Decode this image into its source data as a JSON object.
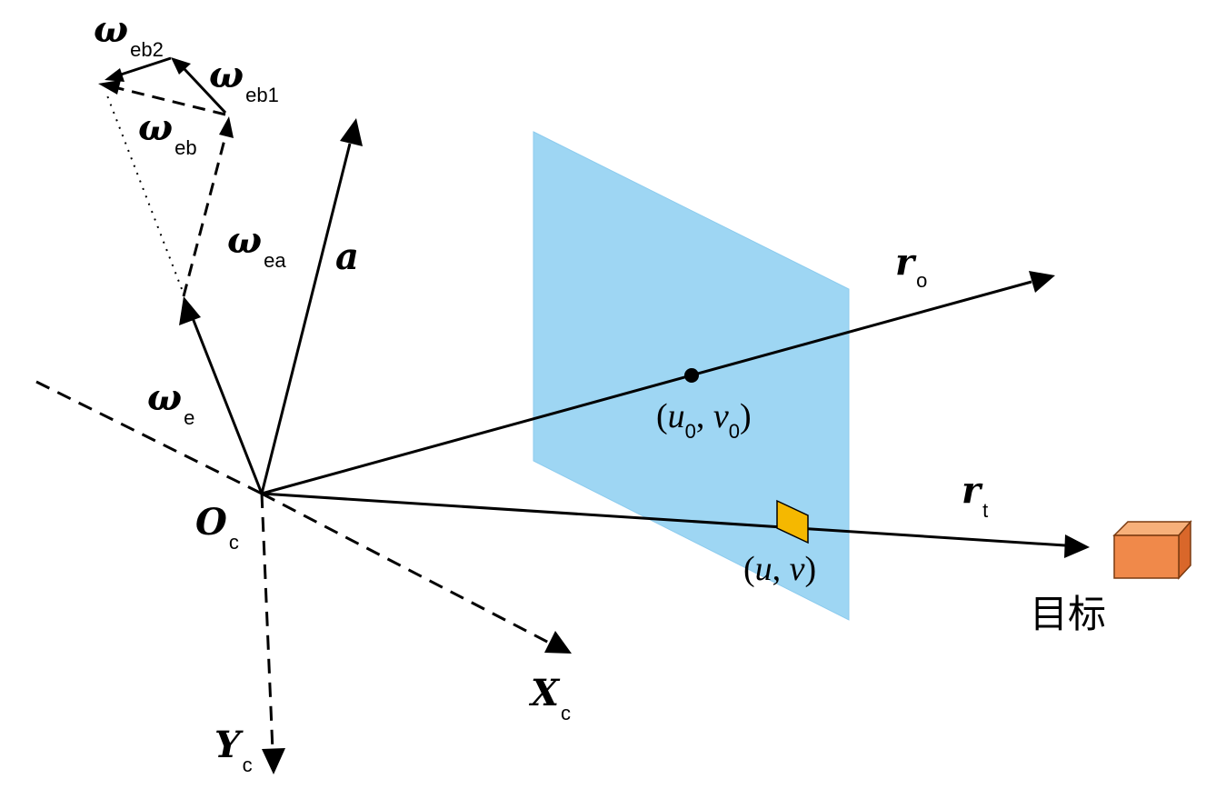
{
  "labels": {
    "omega_symbol": "ω",
    "omega_e_sub": "e",
    "omega_ea_sub": "ea",
    "omega_eb_sub": "eb",
    "omega_eb1_sub": "eb1",
    "omega_eb2_sub": "eb2",
    "a": "a",
    "r_symbol": "r",
    "r_o_sub": "o",
    "r_t_sub": "t",
    "O": "O",
    "O_sub": "c",
    "X": "X",
    "X_sub": "c",
    "Y": "Y",
    "Y_sub": "c",
    "principal_point": {
      "open": "(",
      "u": "u",
      "u_sub": "0",
      "comma": ", ",
      "v": "v",
      "v_sub": "0",
      "close": ")"
    },
    "image_point": {
      "open": "(",
      "u": "u",
      "comma": ", ",
      "v": "v",
      "close": ")"
    },
    "target": "目标"
  },
  "colors": {
    "image_plane": "#9ed6f3",
    "image_plane_edge": "#8ccbee",
    "pixel_marker": "#f5b800",
    "target_front": "#f0894a",
    "target_top": "#f7b07a",
    "target_side": "#d9672a",
    "ink": "#000000"
  }
}
